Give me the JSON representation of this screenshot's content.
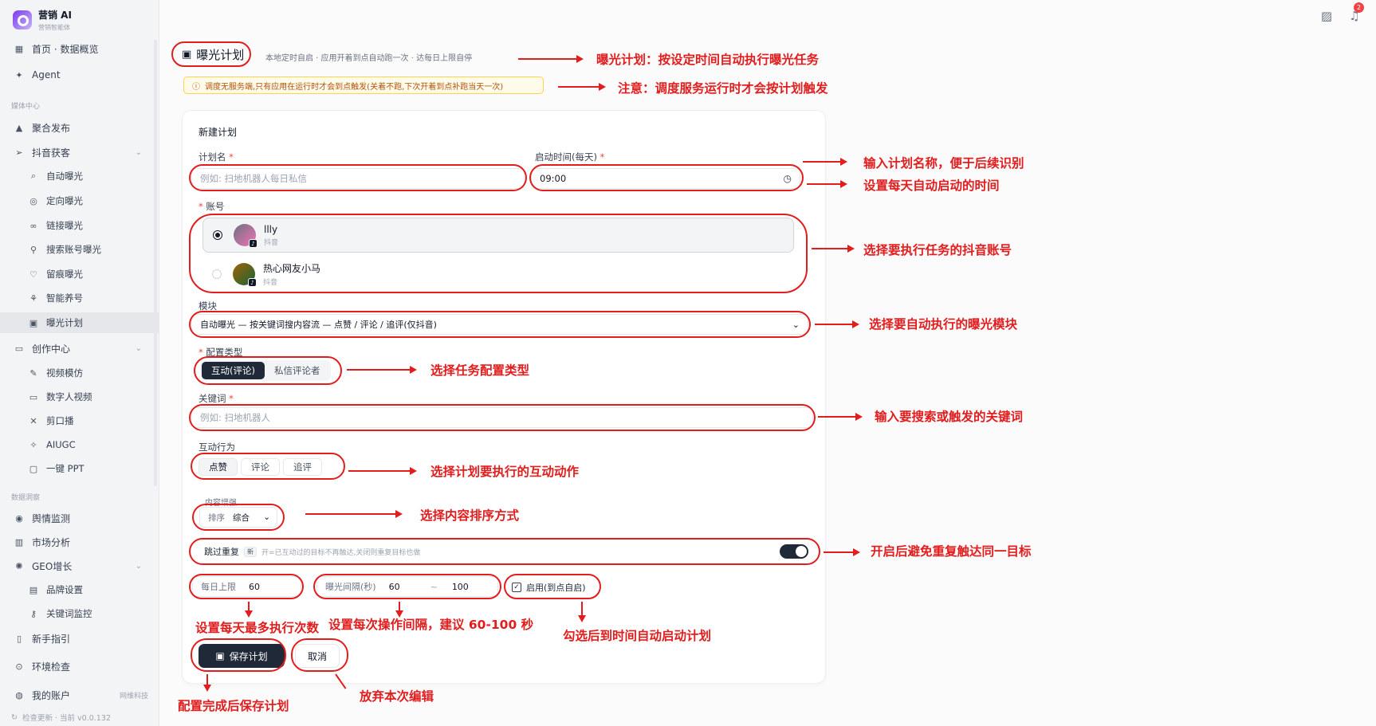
{
  "brand": {
    "name": "营销 AI",
    "subtitle": "营销智能体"
  },
  "sidebar": {
    "top": [
      {
        "icon": "grid-icon",
        "label": "首页 · 数据概览"
      },
      {
        "icon": "agent-icon",
        "label": "Agent"
      }
    ],
    "section_media": "媒体中心",
    "media": [
      {
        "icon": "upload-icon",
        "label": "聚合发布"
      },
      {
        "icon": "send-icon",
        "label": "抖音获客",
        "expandable": true
      },
      {
        "icon": "search-icon",
        "label": "自动曝光"
      },
      {
        "icon": "target-icon",
        "label": "定向曝光"
      },
      {
        "icon": "link-icon",
        "label": "链接曝光"
      },
      {
        "icon": "user-search-icon",
        "label": "搜索账号曝光"
      },
      {
        "icon": "heart-icon",
        "label": "留痕曝光"
      },
      {
        "icon": "sprout-icon",
        "label": "智能养号"
      },
      {
        "icon": "calendar-icon",
        "label": "曝光计划",
        "active": true
      },
      {
        "icon": "folder-icon",
        "label": "创作中心",
        "expandable": true
      },
      {
        "icon": "pen-icon",
        "label": "视频模仿"
      },
      {
        "icon": "video-icon",
        "label": "数字人视频"
      },
      {
        "icon": "scissors-icon",
        "label": "剪口播"
      },
      {
        "icon": "sparkle-icon",
        "label": "AIUGC"
      },
      {
        "icon": "slides-icon",
        "label": "一键 PPT"
      }
    ],
    "section_data": "数据洞察",
    "data": [
      {
        "icon": "radar-icon",
        "label": "舆情监测"
      },
      {
        "icon": "bar-chart-icon",
        "label": "市场分析"
      },
      {
        "icon": "geo-icon",
        "label": "GEO增长",
        "expandable": true
      },
      {
        "icon": "building-icon",
        "label": "品牌设置"
      },
      {
        "icon": "key-icon",
        "label": "关键词监控"
      }
    ],
    "bottom": [
      {
        "icon": "book-icon",
        "label": "新手指引"
      },
      {
        "icon": "check-circle-icon",
        "label": "环境检查"
      },
      {
        "icon": "account-icon",
        "label": "我的账户",
        "tag": "网维科技"
      }
    ],
    "version": "检查更新 · 当前 v0.0.132"
  },
  "topbar": {
    "notification_count": "2"
  },
  "page": {
    "title": "曝光计划",
    "desc": "本地定时自启 · 应用开着到点自动跑一次 · 达每日上限自停",
    "notice": "调度无服务端,只有应用在运行时才会到点触发(关着不跑,下次开着到点补跑当天一次)"
  },
  "form": {
    "heading": "新建计划",
    "plan_name_label": "计划名",
    "plan_name_placeholder": "例如: 扫地机器人每日私信",
    "start_time_label": "启动时间(每天)",
    "start_time_value": "09:00",
    "account_label": "账号",
    "accounts": [
      {
        "name": "llly",
        "platform": "抖音",
        "selected": true
      },
      {
        "name": "热心网友小马",
        "platform": "抖音",
        "selected": false
      }
    ],
    "module_label": "模块",
    "module_value": "自动曝光 — 按关键词搜内容流 — 点赞 / 评论 / 追评(仅抖音)",
    "config_type_label": "配置类型",
    "config_types": [
      "互动(评论)",
      "私信评论者"
    ],
    "config_type_selected": 0,
    "keyword_label": "关键词",
    "keyword_placeholder": "例如: 扫地机器人",
    "action_label": "互动行为",
    "actions": [
      "点赞",
      "评论",
      "追评"
    ],
    "action_selected": 0,
    "content_label": "内容增强",
    "sort_label": "排序",
    "sort_value": "综合",
    "skip_label": "跳过重复",
    "skip_tag": "新",
    "skip_desc": "开=已互动过的目标不再触达,关闭则重复目标也做",
    "skip_on": true,
    "daily_limit_label": "每日上限",
    "daily_limit_value": "60",
    "interval_label": "曝光间隔(秒)",
    "interval_min": "60",
    "interval_sep": "~",
    "interval_max": "100",
    "enable_label": "启用(到点自启)",
    "enable_checked": true,
    "save_label": "保存计划",
    "cancel_label": "取消"
  },
  "annotations": {
    "title_note": "曝光计划：按设定时间自动执行曝光任务",
    "notice_note": "注意：调度服务运行时才会按计划触发",
    "name_note": "输入计划名称，便于后续识别",
    "time_note": "设置每天自动启动的时间",
    "account_note": "选择要执行任务的抖音账号",
    "module_note": "选择要自动执行的曝光模块",
    "config_note": "选择任务配置类型",
    "keyword_note": "输入要搜索或触发的关键词",
    "action_note": "选择计划要执行的互动动作",
    "sort_note": "选择内容排序方式",
    "skip_note": "开启后避免重复触达同一目标",
    "limit_note": "设置每天最多执行次数",
    "interval_note": "设置每次操作间隔，建议 60-100 秒",
    "enable_note": "勾选后到时间自动启动计划",
    "save_note": "配置完成后保存计划",
    "cancel_note": "放弃本次编辑"
  },
  "colors": {
    "annotation": "#e11d1d",
    "primary": "#1f2937"
  }
}
